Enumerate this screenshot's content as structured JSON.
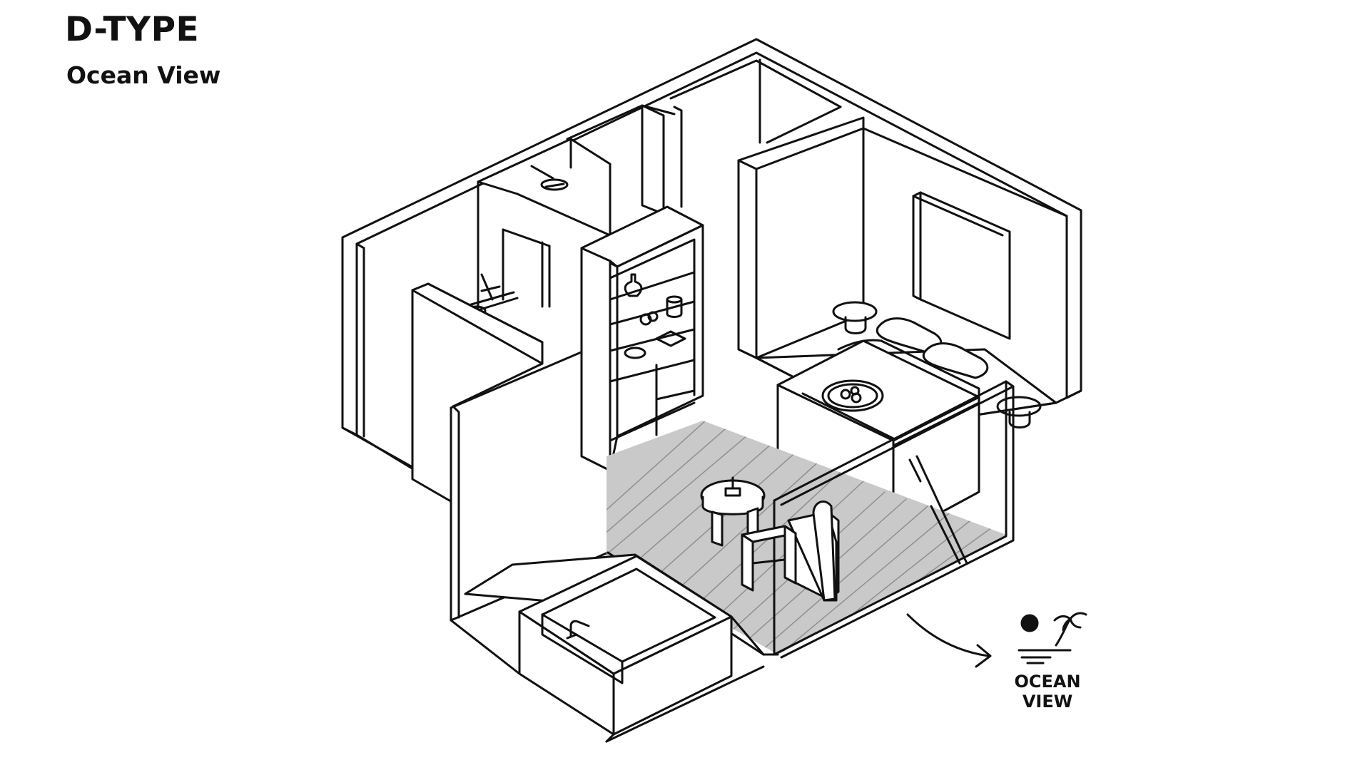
{
  "header": {
    "title": "D-TYPE",
    "subtitle": "Ocean View"
  },
  "view_marker": {
    "icon": "sun-and-palm-icon",
    "line1": "OCEAN",
    "line2": "VIEW"
  },
  "colors": {
    "stroke": "#111111",
    "background": "#ffffff",
    "floor_fill": "#c9c9c9"
  }
}
